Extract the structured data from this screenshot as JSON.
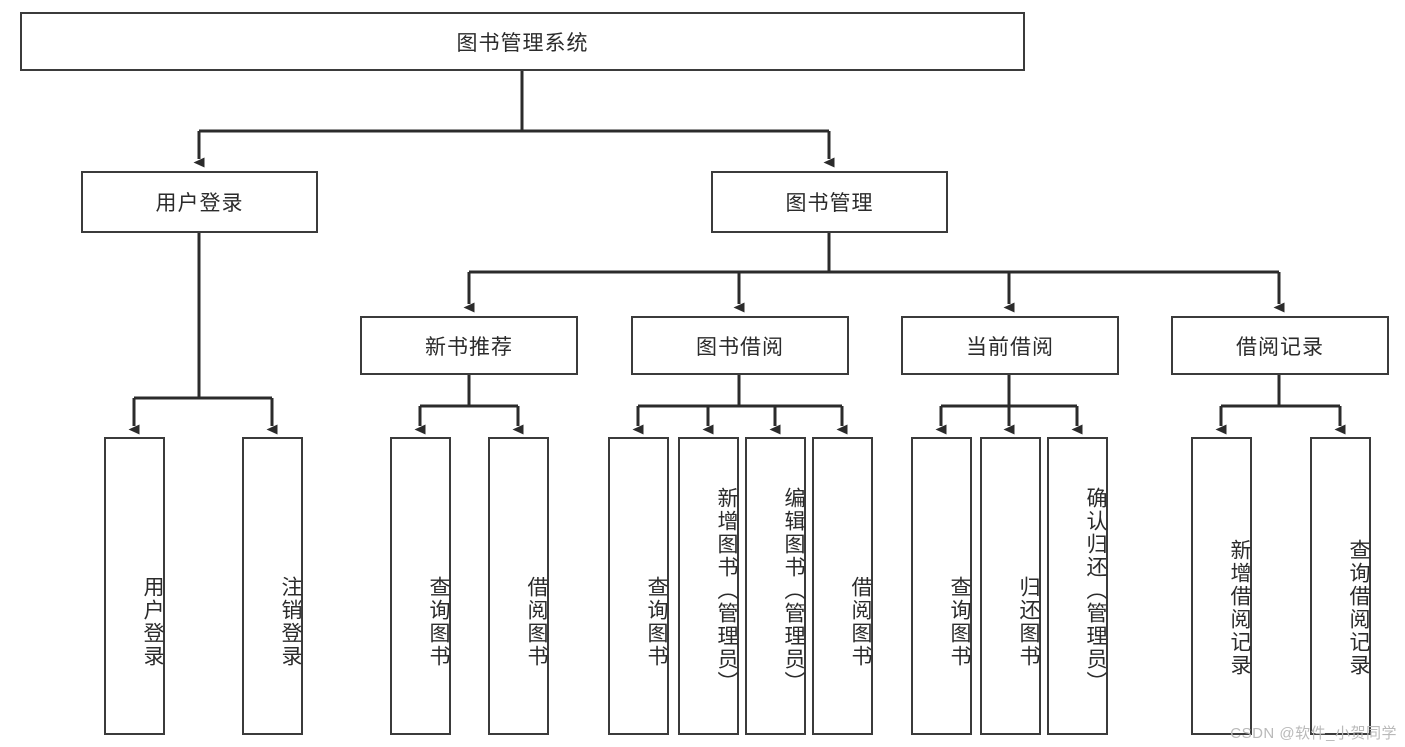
{
  "diagram": {
    "title": "图书管理系统",
    "type": "tree-hierarchy-diagram",
    "colors": {
      "box_border": "#3b3b3b",
      "box_fill": "#ffffff",
      "line": "#2b2b2b",
      "text": "#2b2b2b",
      "watermark": "#b9b9b9",
      "background": "#ffffff"
    }
  },
  "nodes": {
    "root": {
      "label": "图书管理系统"
    },
    "level2": [
      {
        "label": "用户登录"
      },
      {
        "label": "图书管理"
      }
    ],
    "level3": [
      {
        "label": "新书推荐"
      },
      {
        "label": "图书借阅"
      },
      {
        "label": "当前借阅"
      },
      {
        "label": "借阅记录"
      }
    ],
    "leaves": {
      "user_login": [
        {
          "label": "用户登录"
        },
        {
          "label": "注销登录"
        }
      ],
      "new_book_recommend": [
        {
          "label": "查询图书"
        },
        {
          "label": "借阅图书"
        }
      ],
      "book_borrow": [
        {
          "label": "查询图书"
        },
        {
          "label": "新增图书（管理员）"
        },
        {
          "label": "编辑图书（管理员）"
        },
        {
          "label": "借阅图书"
        }
      ],
      "current_borrow": [
        {
          "label": "查询图书"
        },
        {
          "label": "归还图书"
        },
        {
          "label": "确认归还（管理员）"
        }
      ],
      "borrow_record": [
        {
          "label": "新增借阅记录"
        },
        {
          "label": "查询借阅记录"
        }
      ]
    }
  },
  "watermark": {
    "text": "CSDN @软件_小贺同学"
  }
}
